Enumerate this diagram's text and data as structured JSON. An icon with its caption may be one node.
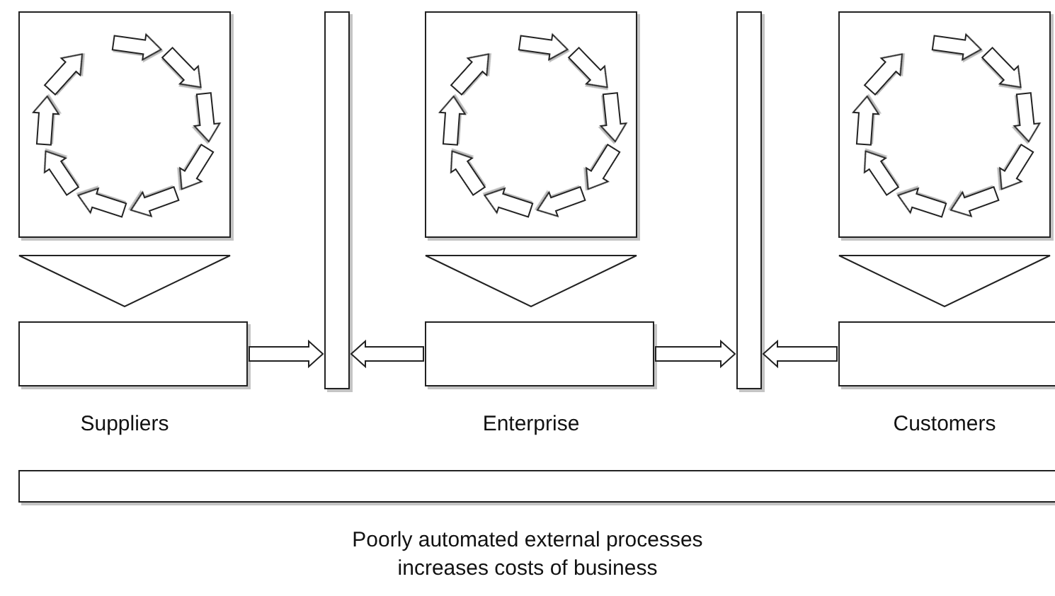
{
  "diagram": {
    "caption": "Poorly automated external processes increases costs of business",
    "nodes": [
      {
        "text": [],
        "shape": "box"
      },
      {
        "text": [],
        "shape": "triangle"
      },
      {
        "text": [],
        "beside": [
          "Suppliers"
        ],
        "shape": "box"
      },
      {
        "text": [],
        "shape": "bar"
      },
      {
        "text": [],
        "shape": "box"
      },
      {
        "text": [],
        "shape": "triangle"
      },
      {
        "text": [],
        "beside": [
          "Enterprise"
        ],
        "shape": "box"
      },
      {
        "text": [],
        "shape": "bar"
      },
      {
        "text": [],
        "shape": "box"
      },
      {
        "text": [],
        "shape": "triangle"
      },
      {
        "text": [],
        "beside": [
          "Customers"
        ],
        "shape": "box"
      },
      {
        "text": [],
        "shape": "bar"
      }
    ],
    "edges": [
      {
        "from": 2,
        "to": 3,
        "arrow": "to"
      },
      {
        "from": 6,
        "to": 3,
        "arrow": "to"
      },
      {
        "from": 6,
        "to": 7,
        "arrow": "to"
      },
      {
        "from": 10,
        "to": 7,
        "arrow": "to"
      }
    ]
  }
}
